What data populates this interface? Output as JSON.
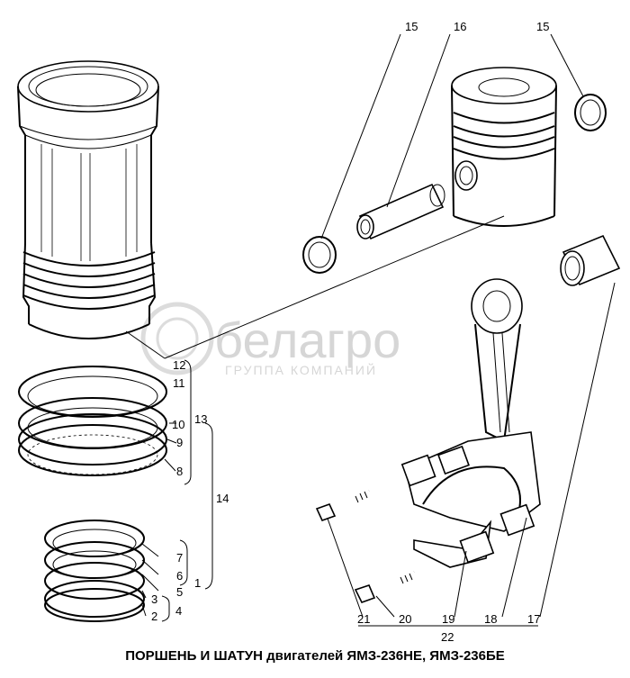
{
  "caption": "ПОРШЕНЬ И ШАТУН двигателей ЯМЗ-236НЕ, ЯМЗ-236БЕ",
  "watermark": {
    "brand": "белагро",
    "subtitle": "ГРУППА КОМПАНИЙ"
  },
  "callouts": {
    "c1": "1",
    "c2": "2",
    "c3": "3",
    "c4": "4",
    "c5": "5",
    "c6": "6",
    "c7": "7",
    "c8": "8",
    "c9": "9",
    "c10": "10",
    "c11": "11",
    "c12": "12",
    "c13": "13",
    "c14": "14",
    "c15a": "15",
    "c15b": "15",
    "c16": "16",
    "c17": "17",
    "c18": "18",
    "c19": "19",
    "c20": "20",
    "c21": "21",
    "c22": "22"
  },
  "colors": {
    "ink": "#000000",
    "paper": "#ffffff",
    "watermark": "#d6d6d6"
  }
}
